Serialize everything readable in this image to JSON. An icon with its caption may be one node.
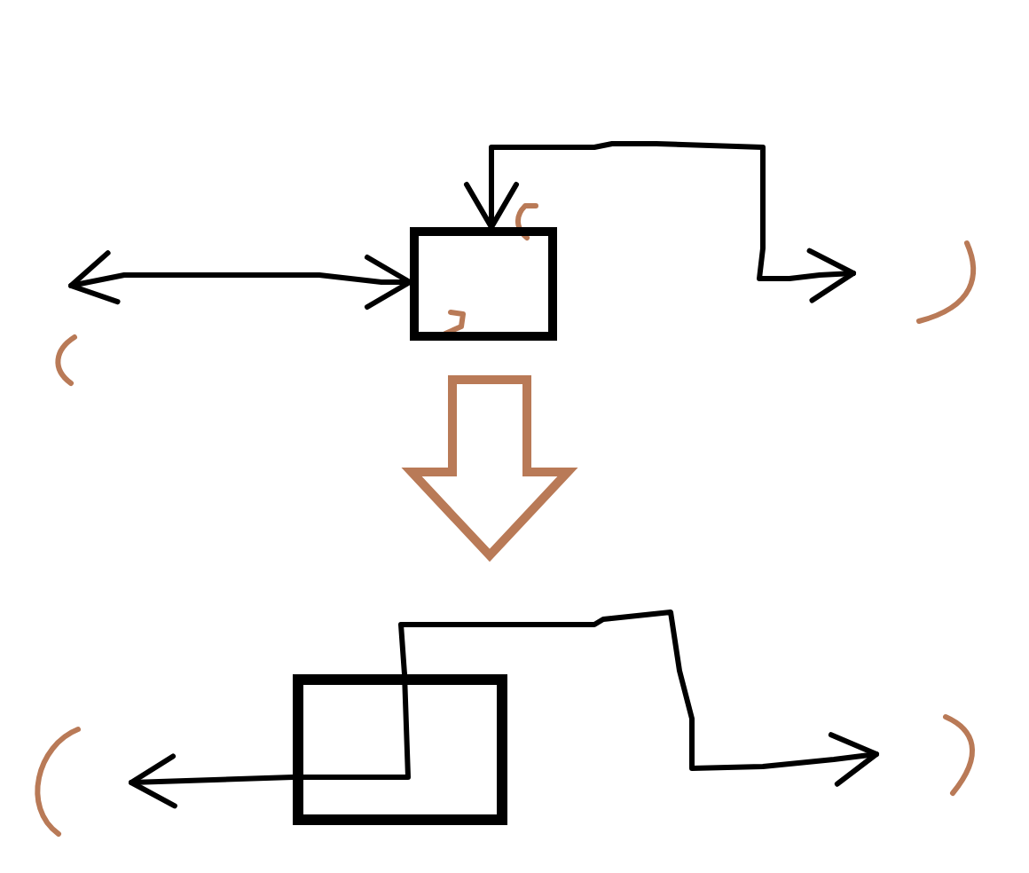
{
  "diagram": {
    "nodes": [
      {
        "text": [],
        "shape": "box"
      },
      {
        "text": [],
        "shape": "box"
      }
    ],
    "edges": [
      {
        "from": 0,
        "to": null,
        "arrow": "both"
      },
      {
        "from": 0,
        "to": null,
        "arrow": "both"
      },
      {
        "from": 0,
        "to": 1,
        "arrow": "to",
        "style": "thick",
        "color": "#b97a57"
      },
      {
        "from": 1,
        "to": null,
        "arrow": "to"
      },
      {
        "from": 1,
        "to": null,
        "arrow": "to"
      }
    ]
  }
}
